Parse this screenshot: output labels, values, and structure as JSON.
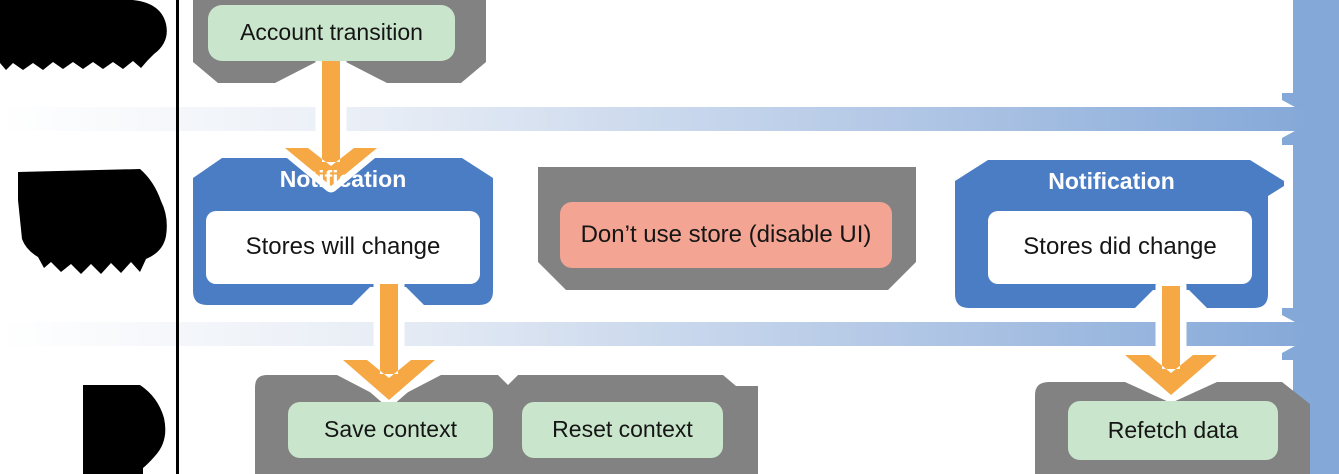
{
  "nodes": {
    "account_transition": {
      "label": "Account transition"
    },
    "notification_will": {
      "header": "Notification",
      "label": "Stores will change"
    },
    "disable_ui": {
      "label": "Don’t use store (disable UI)"
    },
    "notification_did": {
      "header": "Notification",
      "label": "Stores did change"
    },
    "save_context": {
      "label": "Save context"
    },
    "reset_context": {
      "label": "Reset context"
    },
    "refetch_data": {
      "label": "Refetch data"
    }
  },
  "colors": {
    "container_gray": "#828282",
    "notification_blue": "#4b7dc4",
    "action_green": "#c9e6cc",
    "warning_pink": "#f3a492",
    "arrow_orange": "#f5a843",
    "timeline_blue": "#84a8d8",
    "divider_black": "#000000"
  }
}
